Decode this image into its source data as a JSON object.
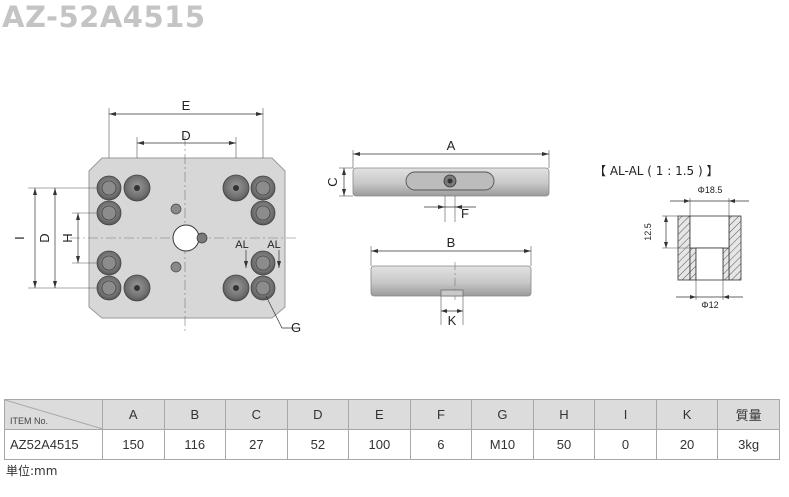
{
  "title": "AZ-52A4515",
  "drawing": {
    "labels": {
      "A": "A",
      "B": "B",
      "C": "C",
      "D": "D",
      "E": "E",
      "F": "F",
      "G": "G",
      "H": "H",
      "I": "I",
      "K": "K",
      "AL": "AL"
    },
    "section_title": "【 AL-AL ( 1 : 1.5 ) 】",
    "section_dims": {
      "top_dia": "Φ18.5",
      "height": "12.5",
      "bottom_dia": "Φ12"
    }
  },
  "table": {
    "item_header": "ITEM No.",
    "headers": [
      "A",
      "B",
      "C",
      "D",
      "E",
      "F",
      "G",
      "H",
      "I",
      "K",
      "質量"
    ],
    "rows": [
      {
        "item": "AZ52A4515",
        "values": [
          "150",
          "116",
          "27",
          "52",
          "100",
          "6",
          "M10",
          "50",
          "0",
          "20",
          "3kg"
        ]
      }
    ]
  },
  "unit_note": "単位:mm",
  "colors": {
    "title": "#c4c4c4",
    "plate": "#d6d6d6",
    "table_header": "#dcdcdc",
    "line": "#555555"
  }
}
